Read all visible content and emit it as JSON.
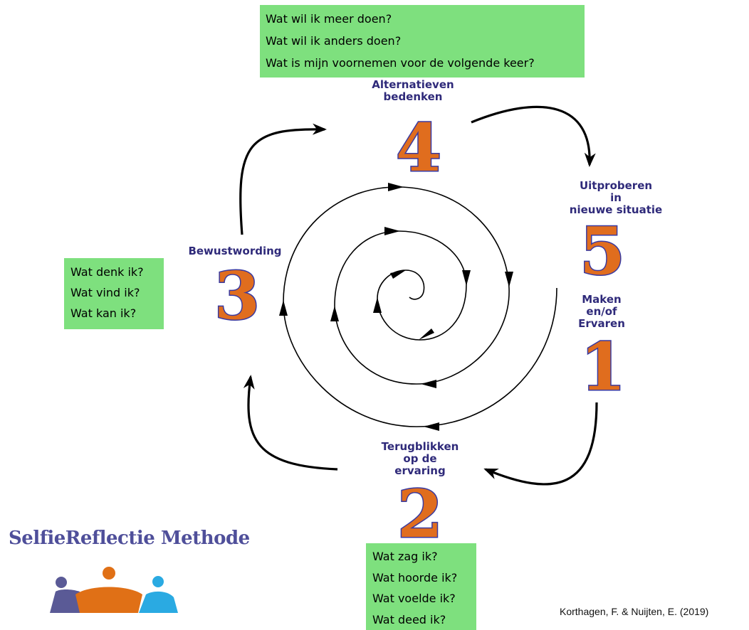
{
  "questions": {
    "top": [
      "Wat wil ik meer doen?",
      "Wat wil ik anders doen?",
      "Wat is mijn voornemen voor de volgende keer?"
    ],
    "left": [
      "Wat denk ik?",
      "Wat vind ik?",
      "Wat kan ik?"
    ],
    "bottom": [
      "Wat zag ik?",
      "Wat hoorde ik?",
      "Wat voelde ik?",
      "Wat deed ik?"
    ]
  },
  "phases": [
    {
      "number": "1",
      "label": "Maken\nen/of\nErvaren"
    },
    {
      "number": "2",
      "label": "Terugblikken\nop de\nervaring"
    },
    {
      "number": "3",
      "label": "Bewustwording"
    },
    {
      "number": "4",
      "label": "Alternatieven\nbedenken"
    },
    {
      "number": "5",
      "label": "Uitproberen\nin\nnieuwe situatie"
    }
  ],
  "logo": {
    "title": "SelfieReflectie Methode"
  },
  "citation": "Korthagen, F. & Nuijten, E. (2019)",
  "colors": {
    "question_box": "#7ee07e",
    "phase_number_fill": "#e06d1e",
    "phase_number_outline": "#3a3aa0",
    "phase_label": "#2f2a7a",
    "logo_purple": "#5a5a96",
    "logo_orange": "#e07016",
    "logo_blue": "#2aaae2"
  }
}
